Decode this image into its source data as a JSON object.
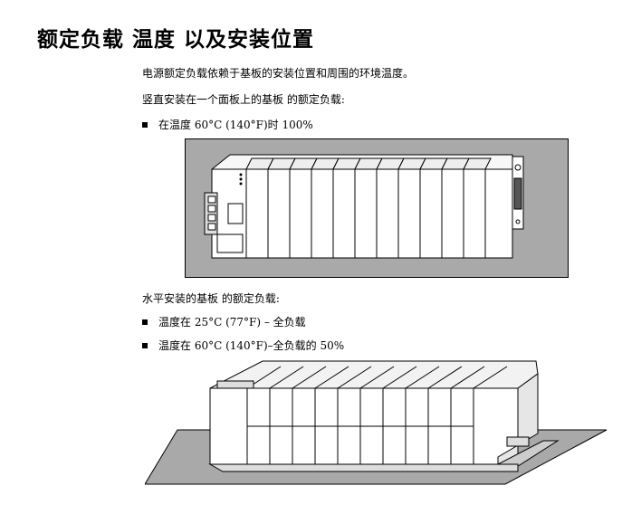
{
  "heading": "额定负载 温度 以及安装位置",
  "intro": "电源额定负载依赖于基板的安装位置和周围的环境温度。",
  "vertical": {
    "label": "竖直安装在一个面板上的基板 的额定负载:",
    "bullets": [
      "在温度  60°C (140°F)时  100%"
    ]
  },
  "horizontal": {
    "label": "水平安装的基板 的额定负载:",
    "bullets": [
      "温度在  25°C (77°F) – 全负载",
      "温度在  60°C (140°F)–全负载的  50%"
    ]
  }
}
